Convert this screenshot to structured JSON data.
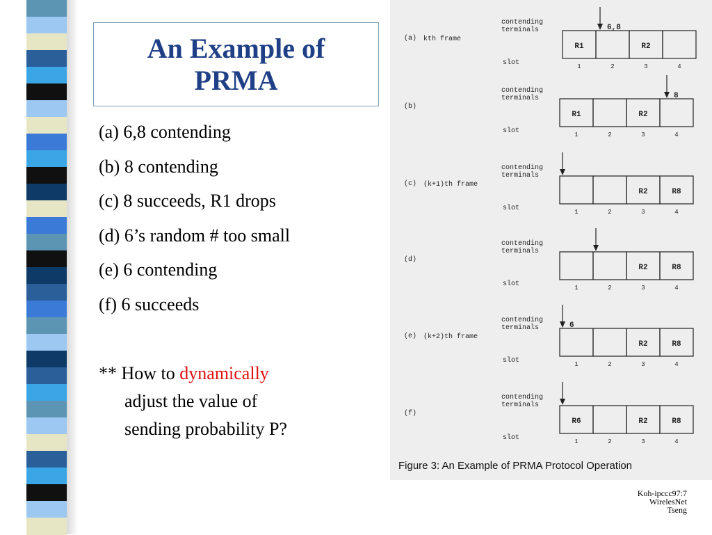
{
  "title": "An Example of PRMA",
  "bullets": [
    "(a) 6,8 contending",
    "(b) 8 contending",
    "(c) 8 succeeds, R1 drops",
    "(d) 6’s random # too small",
    "(e) 6 contending",
    "(f) 6 succeeds"
  ],
  "question": {
    "prefix": "** How to ",
    "emphasis": "dynamically",
    "line2": "adjust the value of",
    "line3": "sending probability P?"
  },
  "figure": {
    "caption": "Figure 3:  An Example of PRMA Protocol Operation",
    "contending_label": [
      "contending",
      "terminals"
    ],
    "slot_label": "slot",
    "slot_numbers": [
      "1",
      "2",
      "3",
      "4"
    ],
    "panels": [
      {
        "tag": "(a)",
        "frame": "kth frame",
        "arrow": "6,8",
        "cells": [
          "R1",
          "",
          "R2",
          ""
        ]
      },
      {
        "tag": "(b)",
        "frame": "",
        "arrow": "8",
        "cells": [
          "R1",
          "",
          "R2",
          ""
        ]
      },
      {
        "tag": "(c)",
        "frame": "(k+1)th frame",
        "arrow": "",
        "cells": [
          "",
          "",
          "R2",
          "R8"
        ]
      },
      {
        "tag": "(d)",
        "frame": "",
        "arrow": "",
        "cells": [
          "",
          "",
          "R2",
          "R8"
        ]
      },
      {
        "tag": "(e)",
        "frame": "(k+2)th frame",
        "arrow": "6",
        "cells": [
          "",
          "",
          "R2",
          "R8"
        ]
      },
      {
        "tag": "(f)",
        "frame": "",
        "arrow": "",
        "cells": [
          "R6",
          "",
          "R2",
          "R8"
        ]
      }
    ]
  },
  "footer": [
    "Koh-ipccc97:7",
    "WirelesNet",
    "Tseng"
  ],
  "colors": {
    "title": "#1f3f86",
    "emphasis": "#e01010",
    "stripe": [
      "#5b95b3",
      "#0d3a66",
      "#3b7ad6",
      "#101010",
      "#e6e6c4",
      "#3aa6e6",
      "#9cc8f2",
      "#2a5f9a"
    ]
  }
}
